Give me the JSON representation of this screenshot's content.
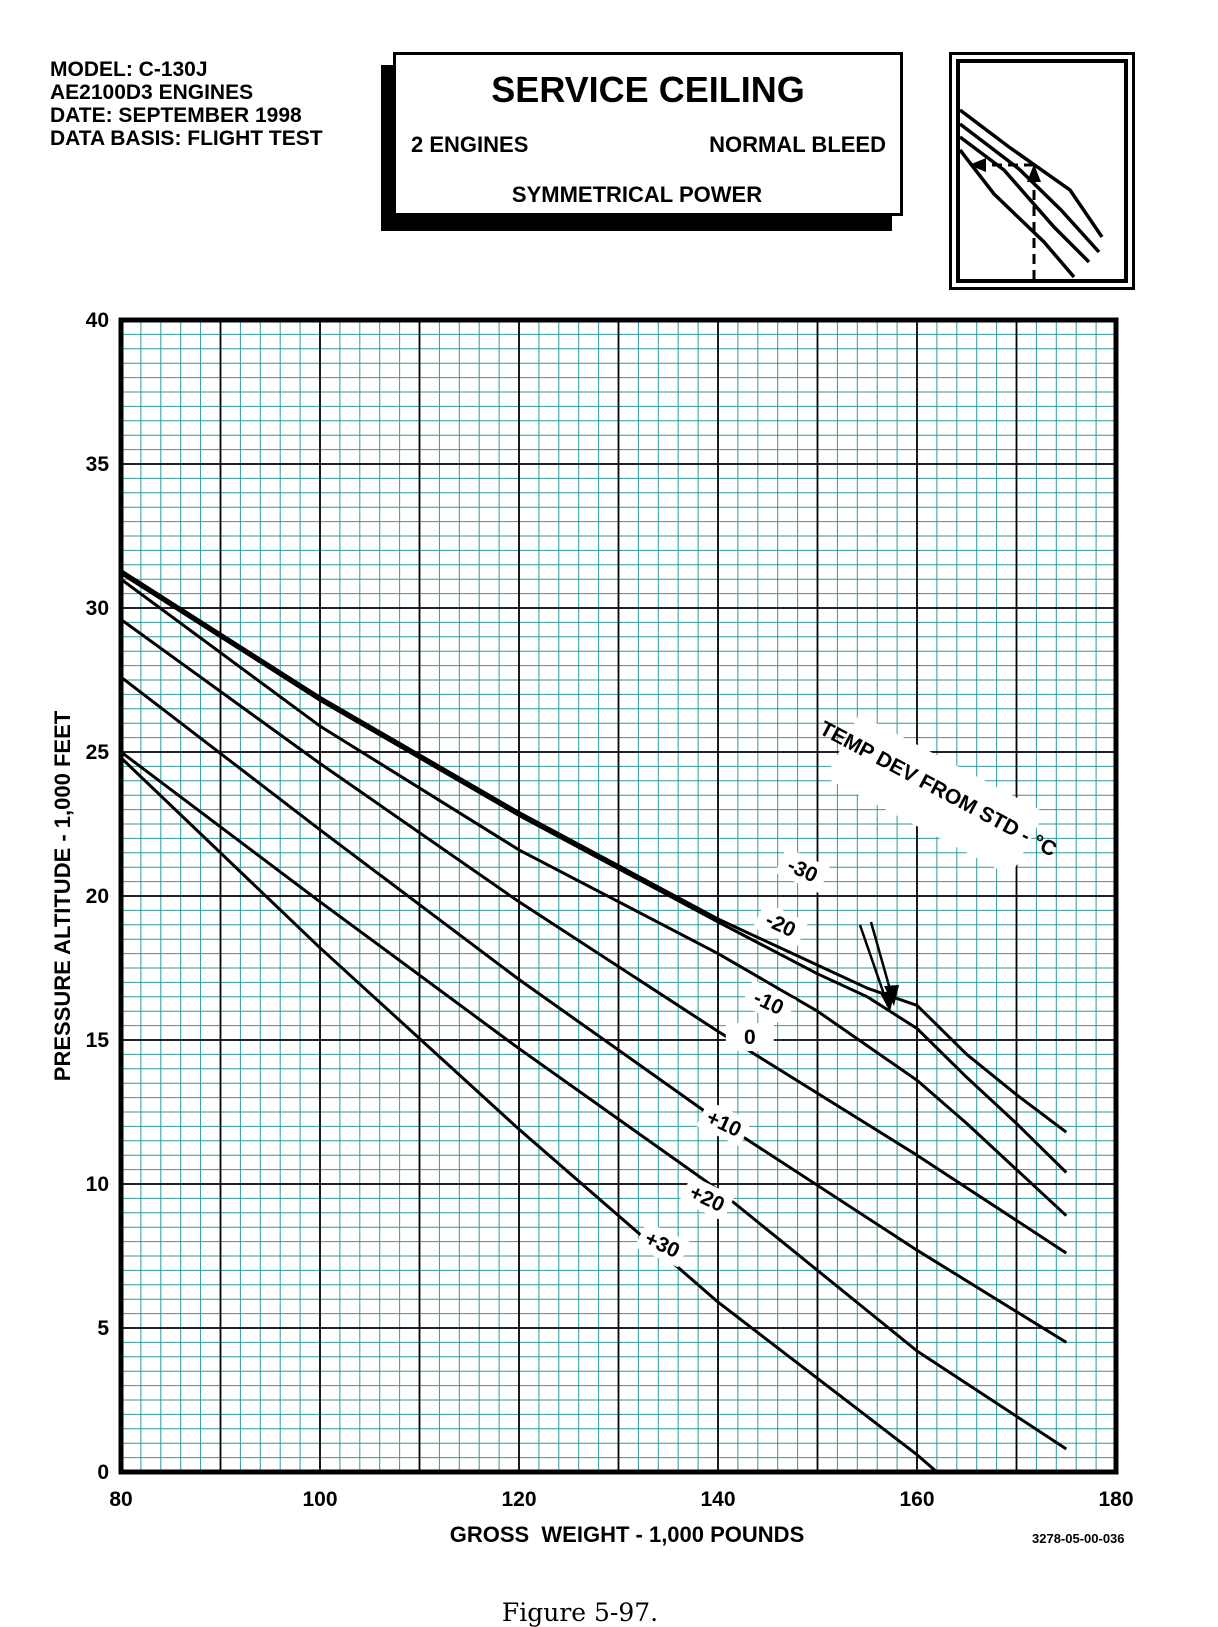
{
  "header": {
    "model": "MODEL: C-130J",
    "engines": "AE2100D3 ENGINES",
    "date": "DATE: SEPTEMBER 1998",
    "data_basis": "DATA BASIS: FLIGHT TEST"
  },
  "title_box": {
    "title": "SERVICE CEILING",
    "engines": "2 ENGINES",
    "bleed": "NORMAL BLEED",
    "power": "SYMMETRICAL POWER"
  },
  "drawing_id": "3278-05-00-036",
  "figure_caption": "Figure 5-97.",
  "colors": {
    "grid_minor": "#2f9a9a",
    "grid_major": "#000000",
    "curve": "#000000",
    "background": "#ffffff"
  },
  "chart_data": {
    "type": "line",
    "title": "SERVICE CEILING",
    "xlabel": "GROSS  WEIGHT - 1,000 POUNDS",
    "ylabel": "PRESSURE ALTITUDE - 1,000 FEET",
    "xlim": [
      80,
      180
    ],
    "ylim": [
      0,
      40
    ],
    "x_ticks": [
      "80",
      "100",
      "120",
      "140",
      "160",
      "180"
    ],
    "y_ticks": [
      "0",
      "5",
      "10",
      "15",
      "20",
      "25",
      "30",
      "35",
      "40"
    ],
    "grid": true,
    "legend_title": "TEMP DEV FROM STD - °C",
    "series": [
      {
        "name": "-30",
        "x": [
          80,
          100,
          120,
          140,
          150,
          155,
          160,
          165,
          170,
          175
        ],
        "y": [
          31.3,
          26.9,
          22.9,
          19.2,
          17.6,
          16.8,
          16.2,
          14.5,
          13.1,
          11.8
        ]
      },
      {
        "name": "-20",
        "x": [
          80,
          100,
          120,
          140,
          150,
          155,
          160,
          165,
          170,
          175
        ],
        "y": [
          31.2,
          26.8,
          22.8,
          19.1,
          17.3,
          16.5,
          15.4,
          13.7,
          12.1,
          10.4
        ]
      },
      {
        "name": "-10",
        "x": [
          80,
          100,
          120,
          140,
          150,
          160,
          165,
          170,
          175
        ],
        "y": [
          31.0,
          25.9,
          21.6,
          18.0,
          16.0,
          13.6,
          12.1,
          10.5,
          8.9
        ]
      },
      {
        "name": "0",
        "x": [
          80,
          100,
          120,
          140,
          160,
          175
        ],
        "y": [
          29.6,
          24.6,
          19.8,
          15.3,
          11.0,
          7.6
        ]
      },
      {
        "name": "+10",
        "x": [
          80,
          100,
          120,
          140,
          160,
          175
        ],
        "y": [
          27.6,
          22.3,
          17.1,
          12.2,
          7.7,
          4.5
        ]
      },
      {
        "name": "+20",
        "x": [
          80,
          100,
          120,
          140,
          160,
          175
        ],
        "y": [
          25.0,
          19.8,
          14.7,
          9.8,
          4.2,
          0.8
        ]
      },
      {
        "name": "+30",
        "x": [
          80,
          100,
          120,
          140,
          160,
          162
        ],
        "y": [
          24.8,
          18.2,
          11.9,
          5.9,
          0.6,
          0.0
        ]
      }
    ],
    "curve_labels": [
      "-30",
      "-20",
      "-10",
      "0",
      "+10",
      "+20",
      "+30"
    ]
  }
}
